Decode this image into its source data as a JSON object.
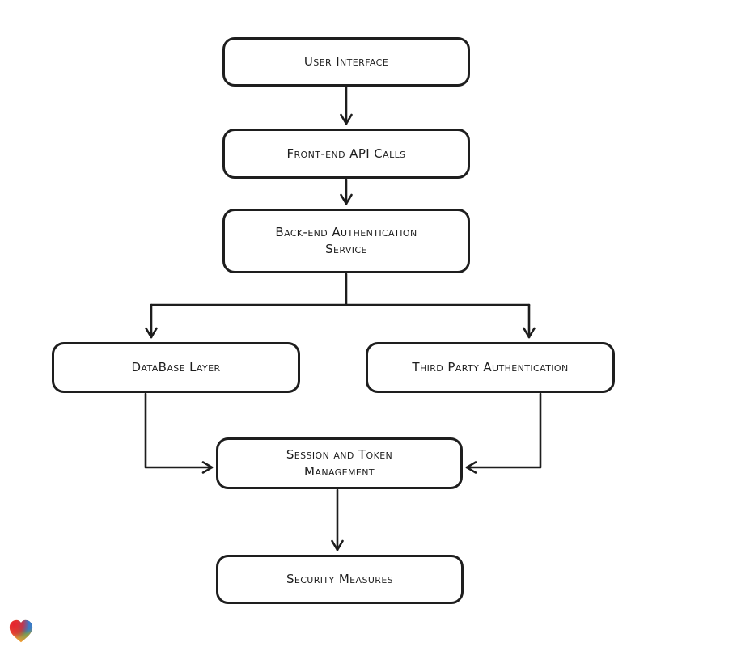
{
  "diagram": {
    "type": "flowchart",
    "background": "#ffffff",
    "style": {
      "stroke_color": "#1d1d1d",
      "node_fill": "#ffffff",
      "text_color": "#1d1d1d"
    },
    "nodes": [
      {
        "id": "user-interface",
        "label": "User Interface"
      },
      {
        "id": "front-end-api-calls",
        "label": "Front-end API Calls"
      },
      {
        "id": "back-end-authentication-service",
        "label": "Back-end Authentication\nService"
      },
      {
        "id": "database-layer",
        "label": "DataBase Layer"
      },
      {
        "id": "third-party-authentication",
        "label": "Third Party Authentication"
      },
      {
        "id": "session-and-token-management",
        "label": "Session and Token\nManagement"
      },
      {
        "id": "security-measures",
        "label": "Security Measures"
      }
    ],
    "edges": [
      {
        "from": "user-interface",
        "to": "front-end-api-calls"
      },
      {
        "from": "front-end-api-calls",
        "to": "back-end-authentication-service"
      },
      {
        "from": "back-end-authentication-service",
        "to": "database-layer"
      },
      {
        "from": "back-end-authentication-service",
        "to": "third-party-authentication"
      },
      {
        "from": "database-layer",
        "to": "session-and-token-management"
      },
      {
        "from": "third-party-authentication",
        "to": "session-and-token-management"
      },
      {
        "from": "session-and-token-management",
        "to": "security-measures"
      }
    ]
  },
  "watermark": {
    "icon": "heart-logo",
    "colors": {
      "red": "#E5232F",
      "blue": "#3279D2",
      "green": "#2E9E6B",
      "orange": "#F59B30"
    }
  }
}
